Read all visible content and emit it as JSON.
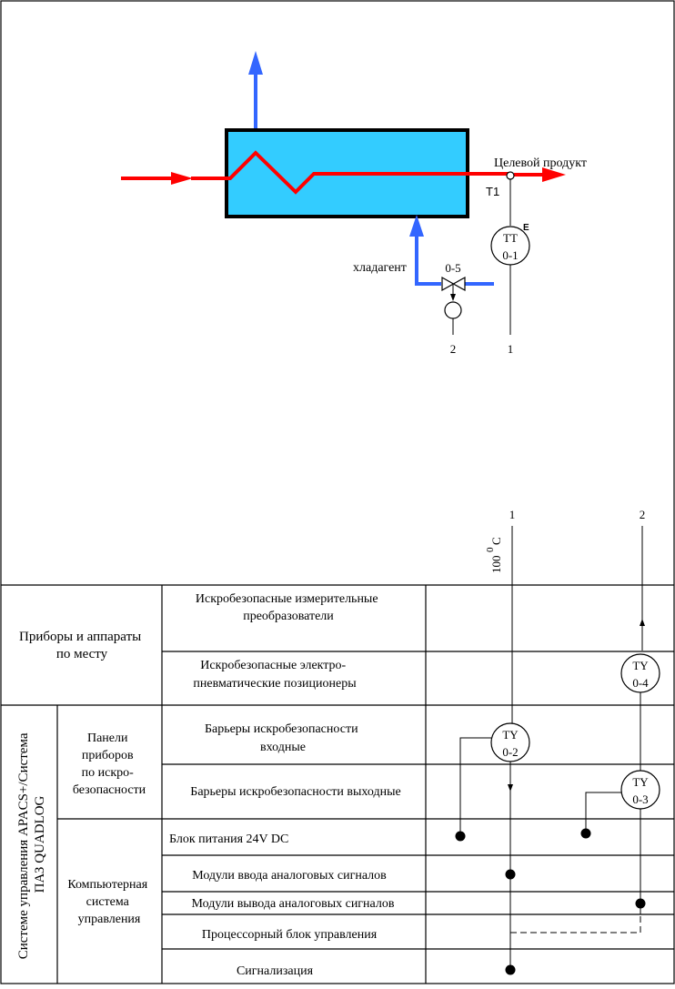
{
  "colors": {
    "hot": "#ff0000",
    "cold": "#3366ff",
    "vessel": "#33ccff",
    "line": "#000000"
  },
  "process": {
    "product_label": "Целевой продукт",
    "tag_t1": "T1",
    "tag_e": "E",
    "coolant_label": "хладагент",
    "valve_label": "0-5",
    "tt_top": "TT",
    "tt_bottom": "0-1",
    "line_1": "1",
    "line_2": "2"
  },
  "field": {
    "line_1": "1",
    "line_2": "2",
    "range_main": "100",
    "range_sup": "0",
    "range_unit": "C"
  },
  "table": {
    "group_field": [
      "Приборы и аппараты",
      "по  месту"
    ],
    "group_system": [
      "Системе управления APACS+/Система",
      "ПАЗ QUADLOG"
    ],
    "sub_panels": [
      "Панели",
      "приборов",
      "по искро-",
      "безопасности"
    ],
    "sub_computer": [
      "Компьютерная",
      "система",
      "управления"
    ],
    "rows": [
      [
        "Искробезопасные измерительные",
        "преобразователи"
      ],
      [
        "Искробезопасные электро-",
        "пневматические позиционеры"
      ],
      [
        "Барьеры искробезопасности",
        "входные"
      ],
      [
        "Барьеры искробезопасности выходные"
      ],
      [
        "Блок питания 24V DC"
      ],
      [
        "Модули ввода аналоговых сигналов"
      ],
      [
        "Модули вывода аналоговых сигналов"
      ],
      [
        "Процессорный блок управления"
      ],
      [
        "Сигнализация"
      ]
    ]
  },
  "instruments": {
    "ty04_top": "TY",
    "ty04_bottom": "0-4",
    "ty02_top": "TY",
    "ty02_bottom": "0-2",
    "ty03_top": "TY",
    "ty03_bottom": "0-3"
  }
}
